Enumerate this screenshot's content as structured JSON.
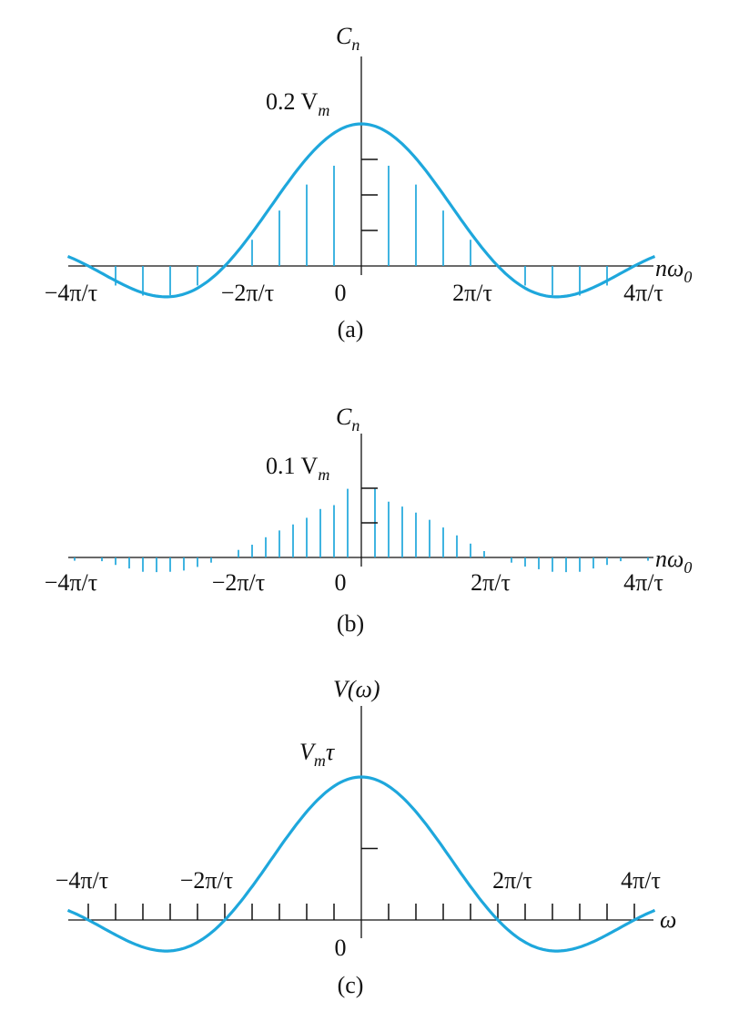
{
  "colors": {
    "curve": "#1ea7dc",
    "axis": "#111111"
  },
  "chart_data": [
    {
      "panel": "a",
      "type": "line",
      "title": "",
      "ylabel_main": "C",
      "ylabel_sub": "n",
      "xlabel_main": "nω",
      "xlabel_sub": "0",
      "peak_label_prefix": "0.2 V",
      "peak_label_sub": "m",
      "x_tick_labels": [
        "−4π/τ",
        "−2π/τ",
        "0",
        "2π/τ",
        "4π/τ"
      ],
      "caption": "(a)",
      "xlim": [
        -4.3,
        4.3
      ],
      "ylim": [
        -0.05,
        0.2
      ],
      "x_ticks": [
        -4,
        -2,
        0,
        2,
        4
      ],
      "x_units": "π/τ",
      "peak_value": 0.2,
      "envelope": "0.2·sinc(x/2)",
      "stem_spacing": 0.4,
      "stems_x": [
        -3.6,
        -3.2,
        -2.8,
        -2.4,
        -2.0,
        -1.6,
        -1.2,
        -0.8,
        -0.4,
        0.4,
        0.8,
        1.2,
        1.6,
        2.0,
        2.4,
        2.8,
        3.2,
        3.6
      ],
      "stems_y": [
        -0.0275,
        -0.0417,
        -0.0413,
        -0.0275,
        0.0,
        0.0369,
        0.078,
        0.1146,
        0.1411,
        0.1411,
        0.1146,
        0.078,
        0.0369,
        0.0,
        -0.0275,
        -0.0413,
        -0.0417,
        -0.0275
      ],
      "y_ticks": [
        0.05,
        0.1,
        0.15
      ]
    },
    {
      "panel": "b",
      "type": "bar",
      "title": "",
      "ylabel_main": "C",
      "ylabel_sub": "n",
      "xlabel_main": "nω",
      "xlabel_sub": "0",
      "peak_label_prefix": "0.1 V",
      "peak_label_sub": "m",
      "x_tick_labels": [
        "−4π/τ",
        "−2π/τ",
        "0",
        "2π/τ",
        "4π/τ"
      ],
      "caption": "(b)",
      "xlim": [
        -4.3,
        4.3
      ],
      "ylim": [
        -0.03,
        0.1
      ],
      "x_ticks": [
        -4,
        -2,
        0,
        2,
        4
      ],
      "x_units": "π/τ",
      "peak_value": 0.1,
      "envelope": "0.1·sinc(x/2)",
      "stem_spacing": 0.2,
      "stems_x": [
        -4.2,
        -4.0,
        -3.8,
        -3.6,
        -3.4,
        -3.2,
        -3.0,
        -2.8,
        -2.6,
        -2.4,
        -2.2,
        -2.0,
        -1.8,
        -1.6,
        -1.4,
        -1.2,
        -1.0,
        -0.8,
        -0.6,
        -0.4,
        -0.2,
        0.2,
        0.4,
        0.6,
        0.8,
        1.0,
        1.2,
        1.4,
        1.6,
        1.8,
        2.0,
        2.2,
        2.4,
        2.6,
        2.8,
        3.0,
        3.2,
        3.4,
        3.6,
        3.8,
        4.0,
        4.2
      ],
      "stems_y": [
        -0.0047,
        0.0,
        -0.0054,
        -0.0108,
        -0.0159,
        -0.0207,
        -0.0212,
        -0.0207,
        -0.0189,
        -0.0137,
        -0.0075,
        0.0,
        0.0109,
        0.0184,
        0.0292,
        0.039,
        0.0477,
        0.0573,
        0.07,
        0.0756,
        0.0992,
        0.0992,
        0.0806,
        0.0735,
        0.0648,
        0.0544,
        0.0433,
        0.0319,
        0.02,
        0.0092,
        0.0,
        -0.0075,
        -0.0131,
        -0.017,
        -0.0207,
        -0.0212,
        -0.0207,
        -0.0159,
        -0.0108,
        -0.0054,
        0.0,
        -0.0047
      ],
      "y_ticks": [
        0.05,
        0.1
      ]
    },
    {
      "panel": "c",
      "type": "line",
      "title": "",
      "ylabel_main": "V(ω)",
      "xlabel_main": "ω",
      "peak_label_prefix": "V",
      "peak_label_sub": "m",
      "peak_label_suffix": "τ",
      "x_tick_labels": [
        "−4π/τ",
        "−2π/τ",
        "2π/τ",
        "4π/τ"
      ],
      "zero_label": "0",
      "caption": "(c)",
      "xlim": [
        -4.3,
        4.3
      ],
      "ylim": [
        -0.25,
        1.0
      ],
      "x_ticks": [
        -4,
        -2,
        2,
        4
      ],
      "x_units": "π/τ",
      "peak_value": 1.0,
      "envelope": "sinc(x/2)",
      "y_ticks": [
        0.5
      ],
      "x_minor_tick_spacing": 0.4
    }
  ]
}
